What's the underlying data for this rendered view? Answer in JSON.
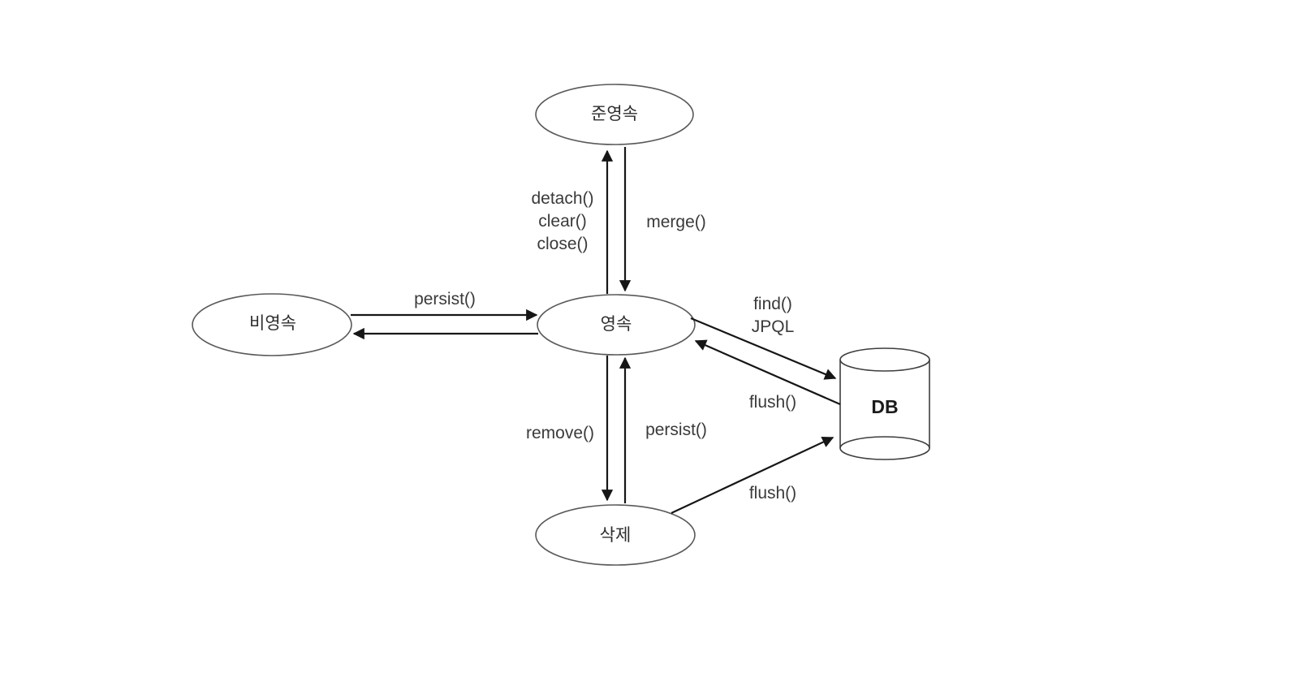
{
  "background": "#ffffff",
  "colors": {
    "arrow_line": "#161616",
    "shape_stroke": "#595959",
    "text": "#3a3a3a"
  },
  "nodes": {
    "detached": {
      "label": "준영속"
    },
    "transient": {
      "label": "비영속"
    },
    "managed": {
      "label": "영속"
    },
    "removed": {
      "label": "삭제"
    },
    "db": {
      "label": "DB"
    }
  },
  "edges": [
    {
      "from": "비영속",
      "to": "영속",
      "label": "persist()"
    },
    {
      "from": "영속",
      "to": "비영속",
      "label": ""
    },
    {
      "from": "영속",
      "to": "준영속",
      "label": "detach() clear() close()"
    },
    {
      "from": "준영속",
      "to": "영속",
      "label": "merge()"
    },
    {
      "from": "영속",
      "to": "삭제",
      "label": "remove()"
    },
    {
      "from": "삭제",
      "to": "영속",
      "label": "persist()"
    },
    {
      "from": "영속",
      "to": "DB",
      "label": "find() JPQL"
    },
    {
      "from": "DB",
      "to": "영속",
      "label": "flush()"
    },
    {
      "from": "삭제",
      "to": "DB",
      "label": "flush()"
    }
  ],
  "labels": {
    "persist_top": "persist()",
    "detach_l1": "detach()",
    "detach_l2": "clear()",
    "detach_l3": "close()",
    "merge": "merge()",
    "find_l1": "find()",
    "find_l2": "JPQL",
    "flush_managed": "flush()",
    "remove": "remove()",
    "persist_bottom": "persist()",
    "flush_removed": "flush()"
  }
}
